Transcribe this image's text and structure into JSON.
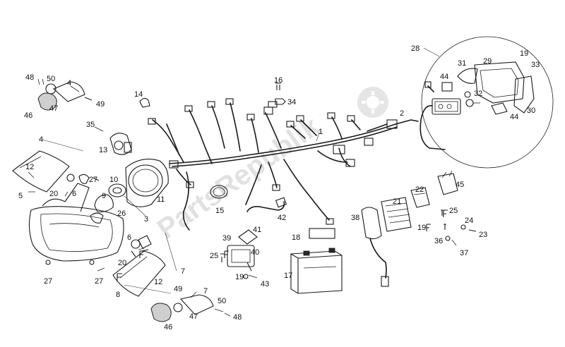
{
  "watermark": "PartsRepublik",
  "callouts": [
    {
      "id": "c1",
      "text": "1"
    },
    {
      "id": "c2",
      "text": "2"
    },
    {
      "id": "c3",
      "text": "3"
    },
    {
      "id": "c4a",
      "text": "4"
    },
    {
      "id": "c4b",
      "text": "4"
    },
    {
      "id": "c5",
      "text": "5"
    },
    {
      "id": "c6a",
      "text": "6"
    },
    {
      "id": "c6b",
      "text": "6"
    },
    {
      "id": "c7a",
      "text": "7"
    },
    {
      "id": "c7b",
      "text": "7"
    },
    {
      "id": "c8",
      "text": "8"
    },
    {
      "id": "c9",
      "text": "9"
    },
    {
      "id": "c10",
      "text": "10"
    },
    {
      "id": "c11",
      "text": "11"
    },
    {
      "id": "c12a",
      "text": "12"
    },
    {
      "id": "c12b",
      "text": "12"
    },
    {
      "id": "c13",
      "text": "13"
    },
    {
      "id": "c14",
      "text": "14"
    },
    {
      "id": "c15",
      "text": "15"
    },
    {
      "id": "c16",
      "text": "16"
    },
    {
      "id": "c17",
      "text": "17"
    },
    {
      "id": "c18",
      "text": "18"
    },
    {
      "id": "c19a",
      "text": "19"
    },
    {
      "id": "c19b",
      "text": "19"
    },
    {
      "id": "c19c",
      "text": "19"
    },
    {
      "id": "c20a",
      "text": "20"
    },
    {
      "id": "c20b",
      "text": "20"
    },
    {
      "id": "c21",
      "text": "21"
    },
    {
      "id": "c22",
      "text": "22"
    },
    {
      "id": "c23",
      "text": "23"
    },
    {
      "id": "c24",
      "text": "24"
    },
    {
      "id": "c25a",
      "text": "25"
    },
    {
      "id": "c25b",
      "text": "25"
    },
    {
      "id": "c26",
      "text": "26"
    },
    {
      "id": "c27a",
      "text": "27"
    },
    {
      "id": "c27b",
      "text": "27"
    },
    {
      "id": "c27c",
      "text": "27"
    },
    {
      "id": "c28",
      "text": "28"
    },
    {
      "id": "c29",
      "text": "29"
    },
    {
      "id": "c30",
      "text": "30"
    },
    {
      "id": "c31",
      "text": "31"
    },
    {
      "id": "c32",
      "text": "32"
    },
    {
      "id": "c33",
      "text": "33"
    },
    {
      "id": "c34",
      "text": "34"
    },
    {
      "id": "c35",
      "text": "35"
    },
    {
      "id": "c36",
      "text": "36"
    },
    {
      "id": "c37",
      "text": "37"
    },
    {
      "id": "c38",
      "text": "38"
    },
    {
      "id": "c39",
      "text": "39"
    },
    {
      "id": "c40",
      "text": "40"
    },
    {
      "id": "c41",
      "text": "41"
    },
    {
      "id": "c42",
      "text": "42"
    },
    {
      "id": "c43",
      "text": "43"
    },
    {
      "id": "c44a",
      "text": "44"
    },
    {
      "id": "c44b",
      "text": "44"
    },
    {
      "id": "c45",
      "text": "45"
    },
    {
      "id": "c46a",
      "text": "46"
    },
    {
      "id": "c46b",
      "text": "46"
    },
    {
      "id": "c47a",
      "text": "47"
    },
    {
      "id": "c47b",
      "text": "47"
    },
    {
      "id": "c48a",
      "text": "48"
    },
    {
      "id": "c48b",
      "text": "48"
    },
    {
      "id": "c49a",
      "text": "49"
    },
    {
      "id": "c49b",
      "text": "49"
    },
    {
      "id": "c50a",
      "text": "50"
    },
    {
      "id": "c50b",
      "text": "50"
    }
  ]
}
